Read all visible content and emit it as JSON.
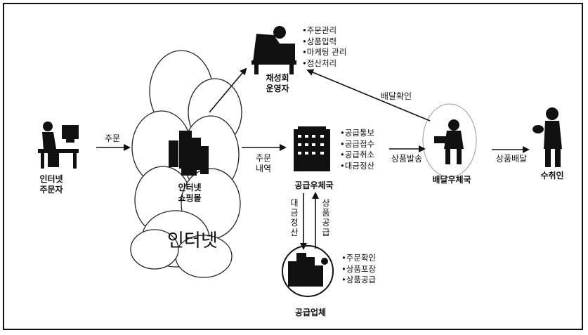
{
  "nodes": {
    "internet_orderer": [
      "인터넷",
      "주문자"
    ],
    "operator": [
      "채성회",
      "운영자"
    ],
    "shopping_mall": [
      "인터넷",
      "쇼핑몰"
    ],
    "internet": "인터넷",
    "supply_post": "공급우체국",
    "delivery_post": "배달우체국",
    "recipient": "수취인",
    "supplier": "공급업체"
  },
  "lists": {
    "operator_tasks": [
      "•주문관리",
      "•상품입력",
      "•마케팅 관리",
      "•정산처리"
    ],
    "supply_post_tasks": [
      "•공급통보",
      "•공급접수",
      "•공급취소",
      "•대금정산"
    ],
    "supplier_tasks": [
      "•주문확인",
      "•상품포장",
      "•상품공급"
    ]
  },
  "edges": {
    "order": "주문",
    "order_details": [
      "주문",
      "내역"
    ],
    "delivery_confirm": "배달확인",
    "product_shipping": "상품발송",
    "product_delivery": "상품배달",
    "payment_settlement": "대금정산",
    "product_supply": "상품공급"
  }
}
